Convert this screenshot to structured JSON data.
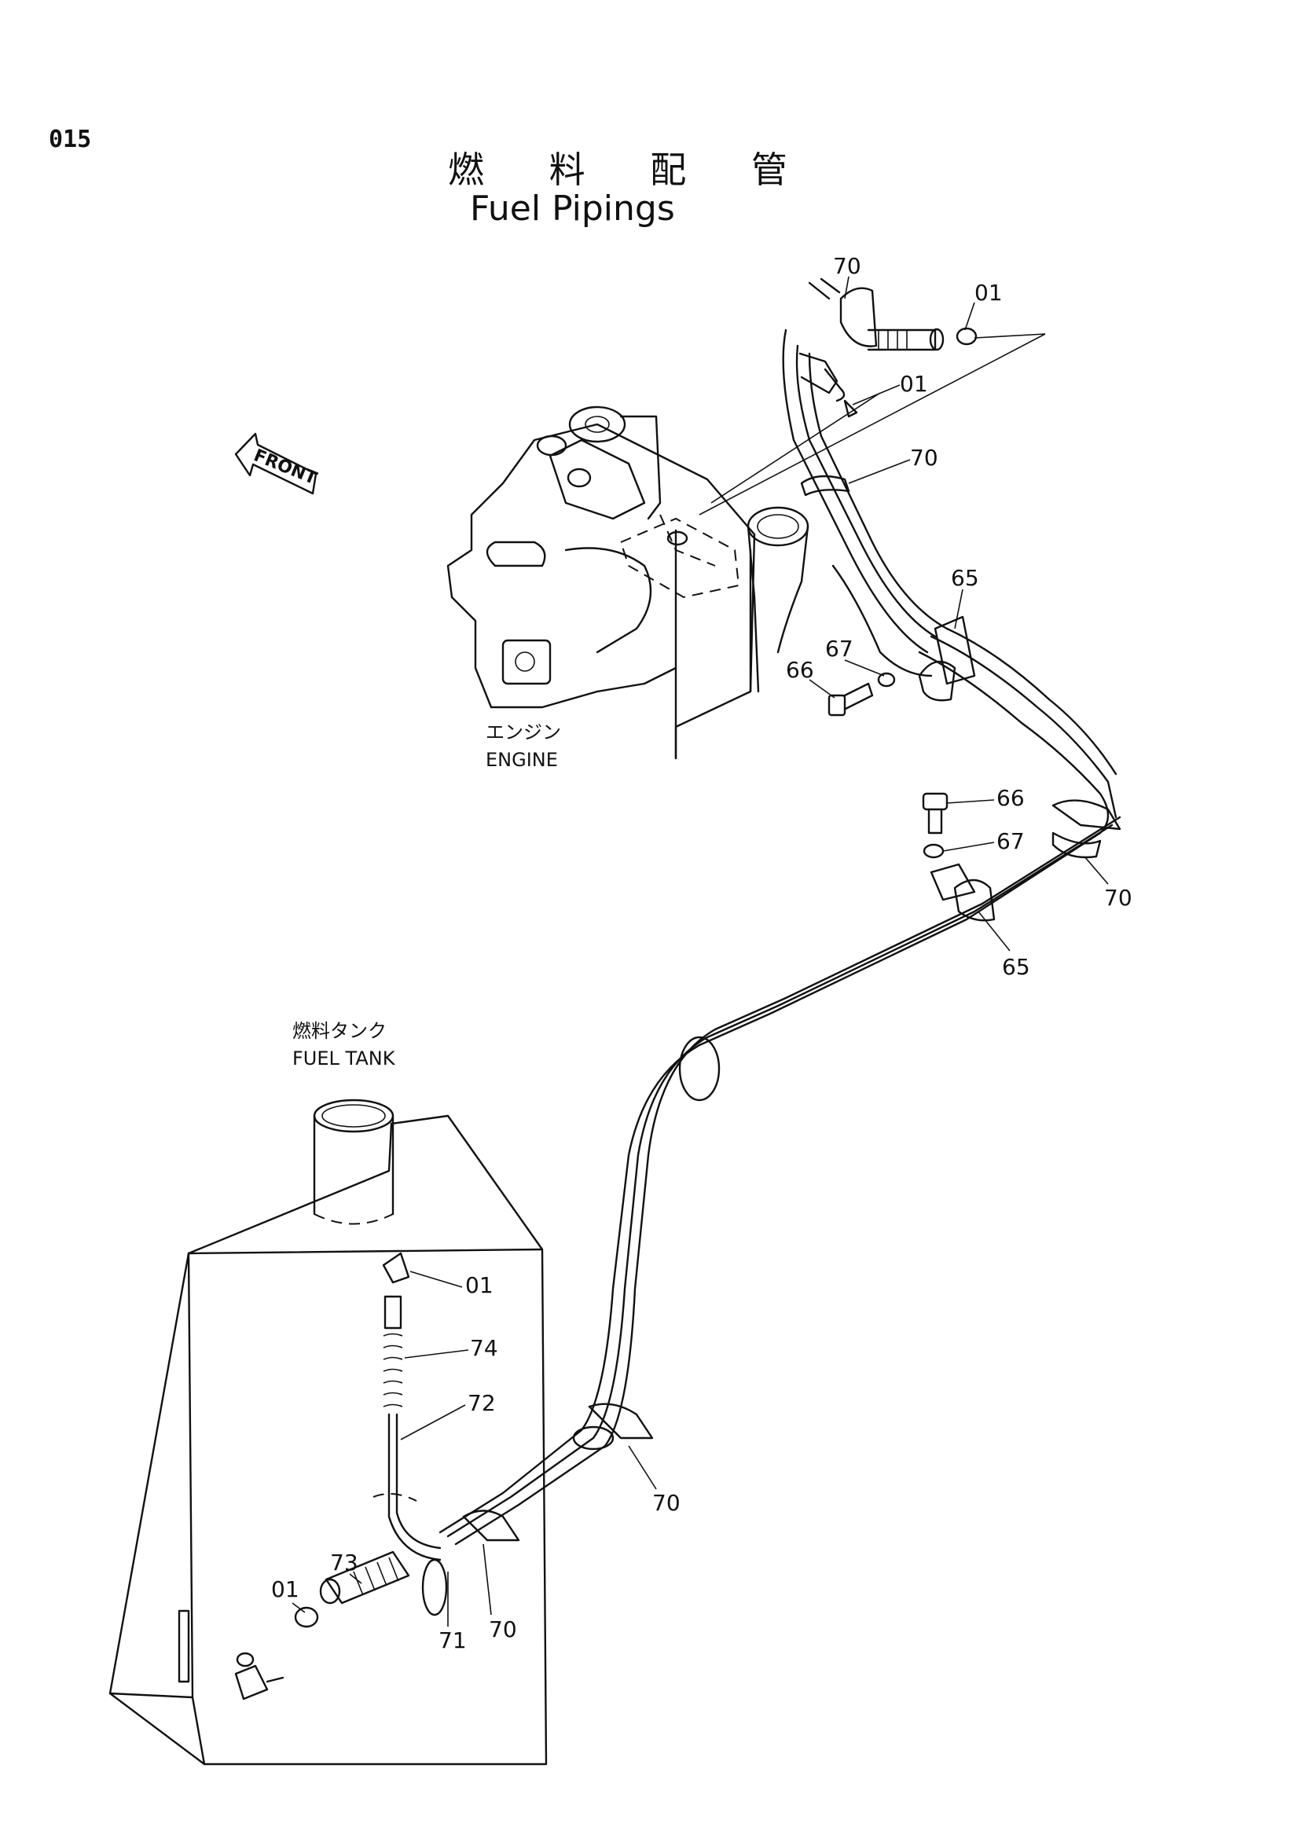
{
  "page_number": "015",
  "title": {
    "japanese": "燃 料 配 管",
    "english": "Fuel Pipings"
  },
  "front_marker": "FRONT",
  "engine_label": {
    "japanese": "エンジン",
    "english": "ENGINE"
  },
  "tank_label": {
    "japanese": "燃料タンク",
    "english": "FUEL TANK"
  },
  "part_callouts": [
    "70",
    "01",
    "01",
    "70",
    "65",
    "67",
    "66",
    "66",
    "67",
    "70",
    "65",
    "01",
    "74",
    "72",
    "70",
    "73",
    "01",
    "70",
    "71"
  ]
}
